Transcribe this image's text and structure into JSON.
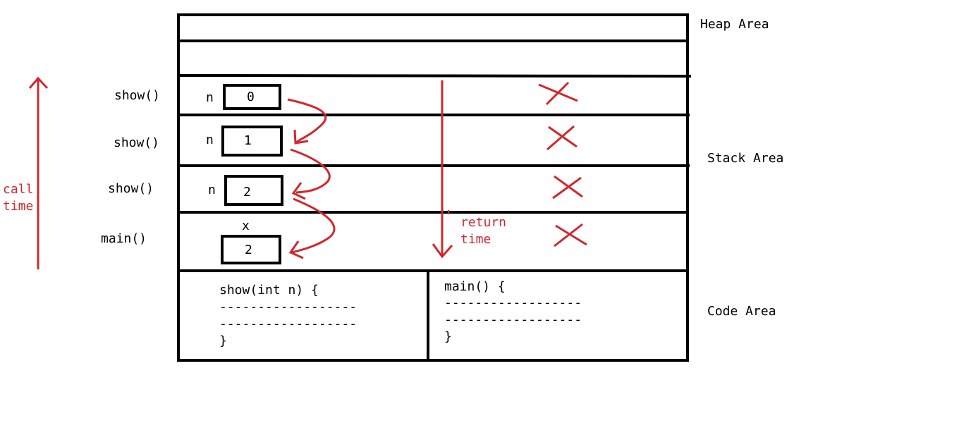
{
  "areas": {
    "heap": "Heap Area",
    "stack": "Stack Area",
    "code": "Code Area"
  },
  "frames": [
    {
      "func": "show()",
      "var": "n",
      "value": "0"
    },
    {
      "func": "show()",
      "var": "n",
      "value": "1"
    },
    {
      "func": "show()",
      "var": "n",
      "value": "2"
    },
    {
      "func": "main()",
      "var": "x",
      "value": "2"
    }
  ],
  "call_time": {
    "line1": "call",
    "line2": "time"
  },
  "return_time": {
    "line1": "return",
    "line2": "time"
  },
  "code_blocks": {
    "show": {
      "header": "show(int n) {",
      "line1": "------------------",
      "line2": "------------------",
      "footer": "}"
    },
    "main": {
      "header": "main() {",
      "line1": "------------------",
      "line2": "------------------",
      "footer": "}"
    }
  },
  "colors": {
    "annotation": "#d0282e",
    "line": "#000000"
  }
}
